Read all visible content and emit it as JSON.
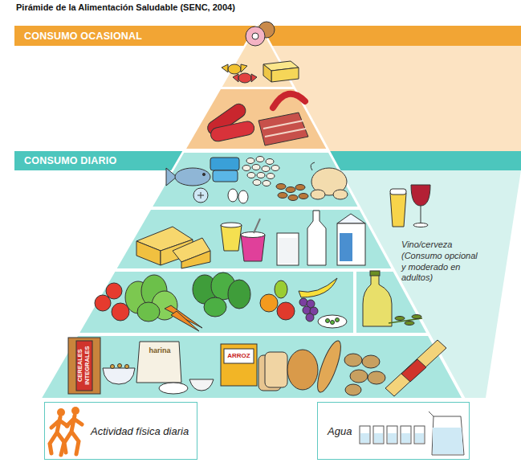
{
  "diagram": {
    "title": "Pirámide de la Alimentación Saludable (SENC, 2004)",
    "nodes": [
      {
        "text": [
          "CONSUMO OCASIONAL"
        ]
      },
      {
        "text": [
          "CONSUMO DIARIO"
        ]
      },
      {
        "text": [
          "Actividad física diaria"
        ]
      },
      {
        "text": [
          "Agua"
        ]
      }
    ],
    "labels": [
      "CEREALES INTEGRALES",
      "harina",
      "ARROZ",
      "Vino/cerveza (Consumo opcional y moderado en adultos)"
    ]
  }
}
